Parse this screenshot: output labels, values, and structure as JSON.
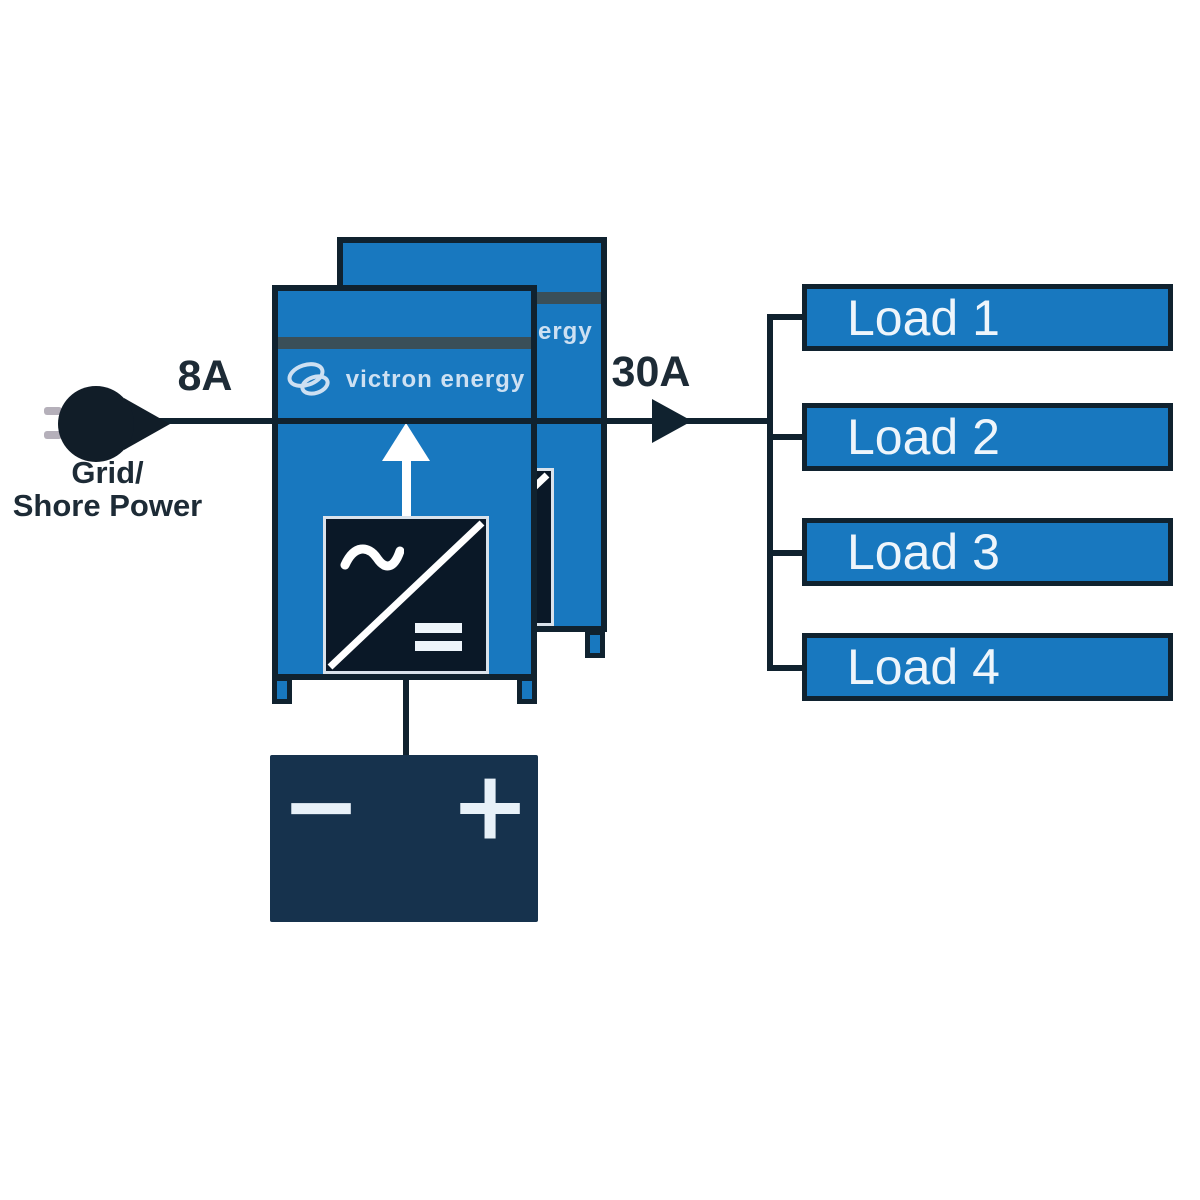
{
  "diagram": {
    "source": {
      "label_line1": "Grid/",
      "label_line2": "Shore Power",
      "input_current": "8A"
    },
    "device": {
      "brand": "victron energy"
    },
    "output": {
      "output_current": "30A"
    },
    "loads": [
      {
        "label": "Load 1"
      },
      {
        "label": "Load 2"
      },
      {
        "label": "Load 3"
      },
      {
        "label": "Load 4"
      }
    ],
    "battery": {
      "negative": "−",
      "positive": "+"
    },
    "icons": {
      "source": "power-plug-icon",
      "brand_mark": "victron-torus-logo-icon",
      "inverter": "ac-dc-inverter-icon",
      "ac_symbol": "sine-wave",
      "dc_symbol": "double-bar",
      "flow_output": "arrow-right",
      "inverter_output": "arrow-up"
    },
    "colors": {
      "unit_blue": "#1878bf",
      "line_dark": "#10222f",
      "stripe": "#3a4f58",
      "inverter_square": "#0a1827",
      "battery": "#16324d",
      "brand_text": "#cde0f2",
      "load_text": "#eef5fb",
      "label_ink": "#1d2b36"
    }
  }
}
